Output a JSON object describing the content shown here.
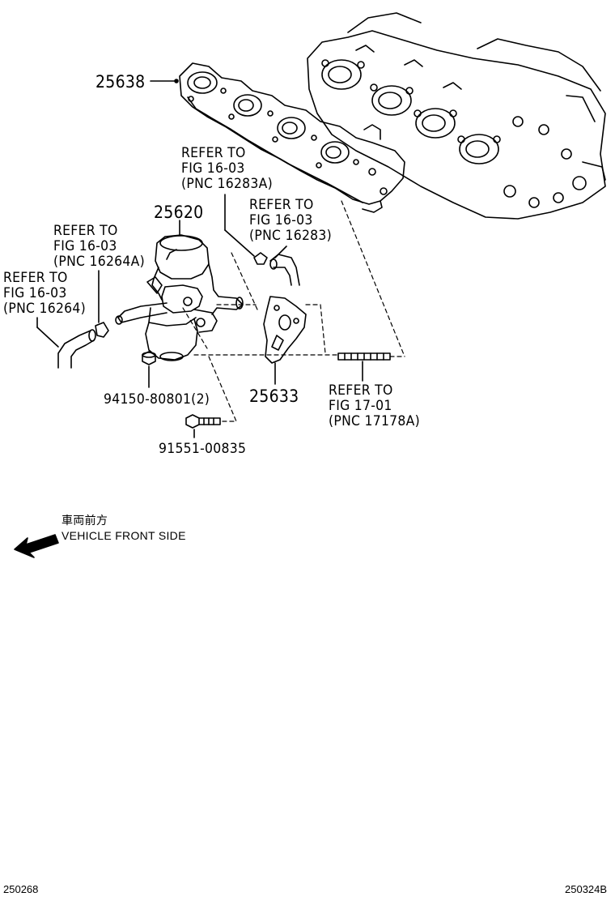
{
  "parts": {
    "p25638": "25638",
    "p25620": "25620",
    "p25633": "25633",
    "p94150": "94150-80801(2)",
    "p91551": "91551-00835"
  },
  "refs": {
    "r16283a": [
      "REFER TO",
      "FIG 16-03",
      "(PNC 16283A)"
    ],
    "r16283": [
      "REFER TO",
      "FIG 16-03",
      "(PNC 16283)"
    ],
    "r16264a": [
      "REFER TO",
      "FIG 16-03",
      "(PNC 16264A)"
    ],
    "r16264": [
      "REFER TO",
      "FIG 16-03",
      "(PNC 16264)"
    ],
    "r17178a": [
      "REFER TO",
      "FIG 17-01",
      "(PNC 17178A)"
    ]
  },
  "direction": {
    "jp": "車両前方",
    "en": "VEHICLE FRONT SIDE"
  },
  "footer": {
    "left": "250268",
    "right": "250324B"
  }
}
